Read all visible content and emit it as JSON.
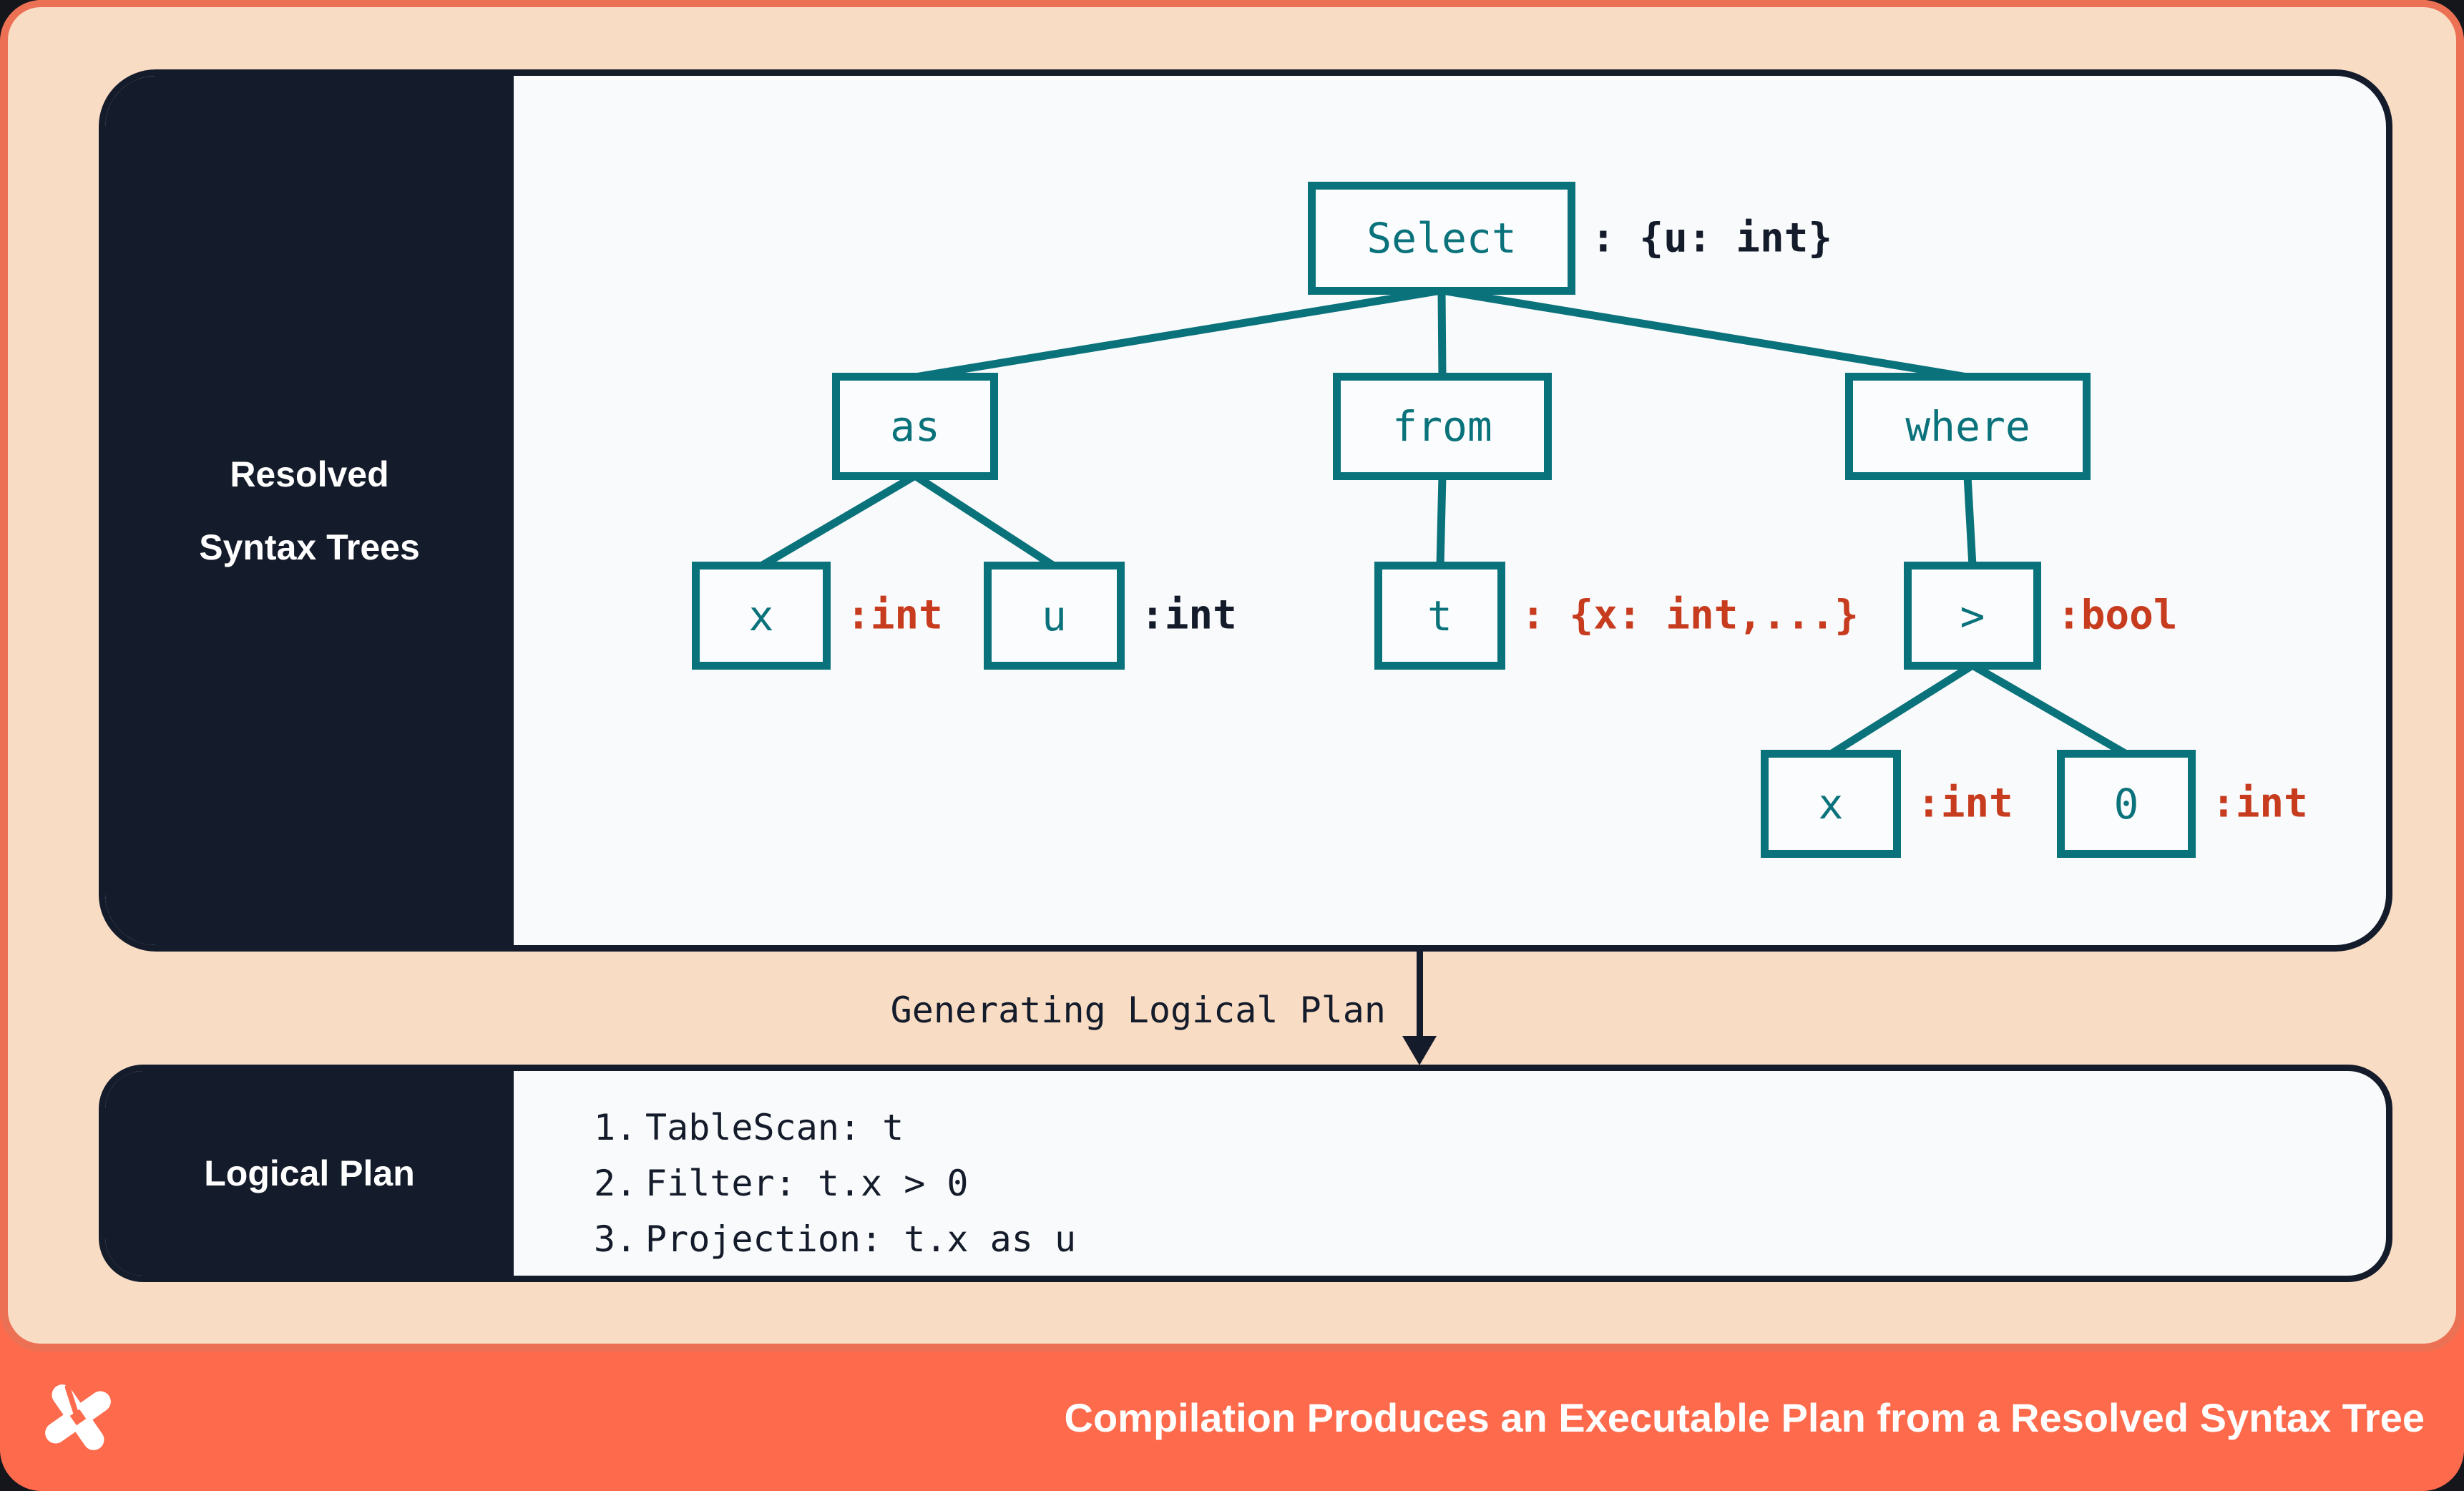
{
  "rst_panel": {
    "title_line1": "Resolved",
    "title_line2": "Syntax Trees",
    "tree": {
      "nodes": {
        "select": {
          "label": "Select",
          "annotation": ": {u: int}"
        },
        "as_node": {
          "label": "as"
        },
        "from_node": {
          "label": "from"
        },
        "where_node": {
          "label": "where"
        },
        "x1": {
          "label": "x",
          "annotation": ":int"
        },
        "u": {
          "label": "u",
          "annotation": ":int"
        },
        "t": {
          "label": "t",
          "annotation": ": {x: int,...}"
        },
        "gt": {
          "label": ">",
          "annotation": ":bool"
        },
        "x2": {
          "label": "x",
          "annotation": ":int"
        },
        "zero": {
          "label": "0",
          "annotation": ":int"
        }
      }
    }
  },
  "transition": {
    "label": "Generating Logical Plan"
  },
  "logical_plan_panel": {
    "title": "Logical Plan",
    "steps": [
      {
        "num": "1.",
        "text": "TableScan: t"
      },
      {
        "num": "2.",
        "text": "Filter: t.x > 0"
      },
      {
        "num": "3.",
        "text": "Projection: t.x as u"
      }
    ]
  },
  "footer": {
    "title": "Compilation Produces an Executable Plan from a Resolved Syntax Tree",
    "logo": "dolt-pinwheel-logo"
  },
  "colors": {
    "teal": "#0a727b",
    "annotation_red": "#c73c1e",
    "navy": "#141b2a",
    "peach": "#f8dcc4",
    "footer_orange": "#fe6a4c",
    "frame_orange": "#ec7154",
    "panel_white": "#f9fafb"
  }
}
